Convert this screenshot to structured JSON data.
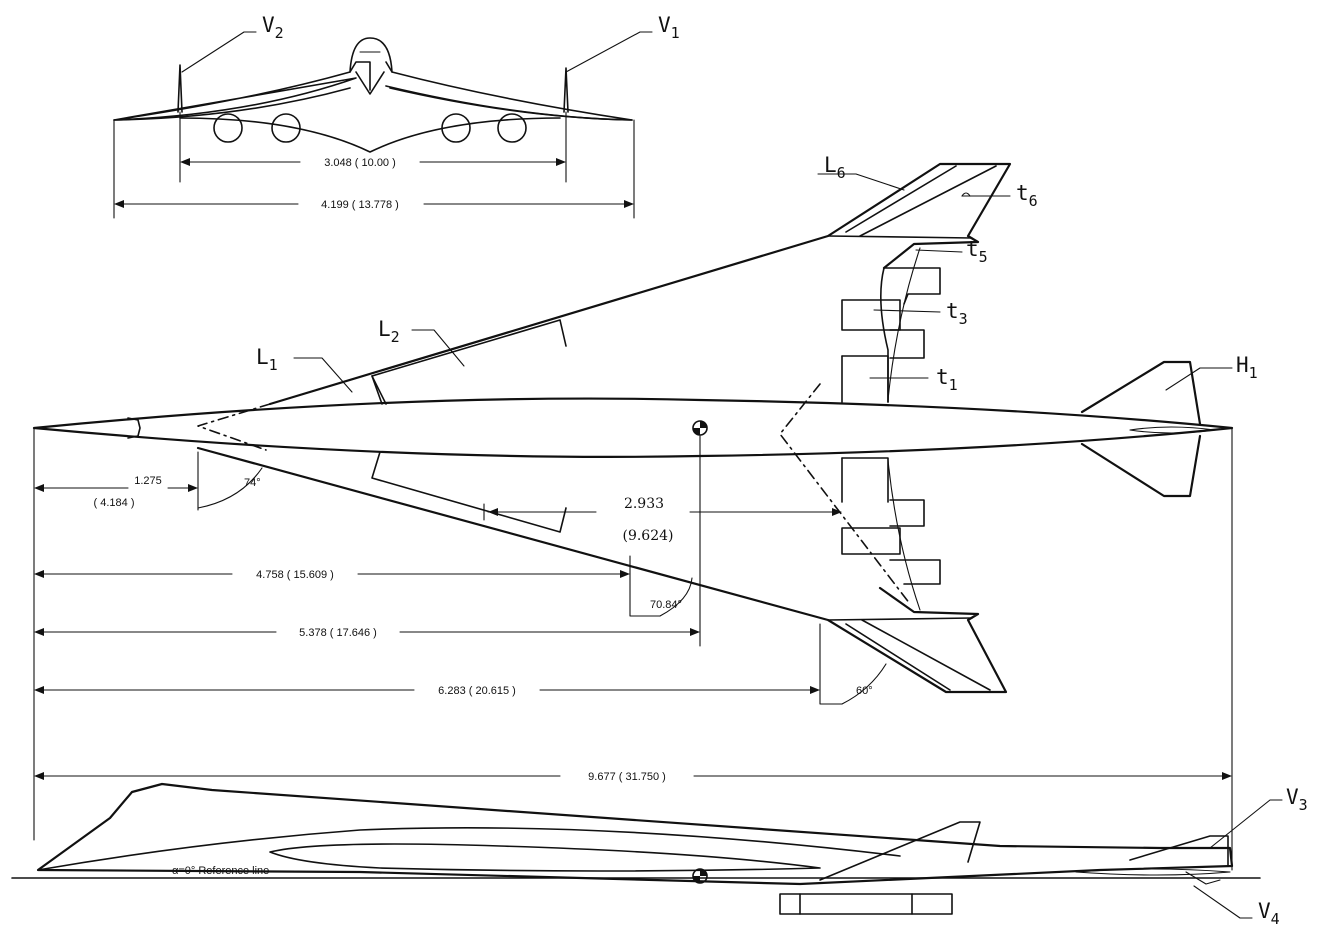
{
  "labels": {
    "V1": {
      "main": "V",
      "sub": "1"
    },
    "V2": {
      "main": "V",
      "sub": "2"
    },
    "V3": {
      "main": "V",
      "sub": "3"
    },
    "V4": {
      "main": "V",
      "sub": "4"
    },
    "L1": {
      "main": "L",
      "sub": "1"
    },
    "L2": {
      "main": "L",
      "sub": "2"
    },
    "L6": {
      "main": "L",
      "sub": "6"
    },
    "H1": {
      "main": "H",
      "sub": "1"
    },
    "t1": {
      "main": "t",
      "sub": "1"
    },
    "t3": {
      "main": "t",
      "sub": "3"
    },
    "t5": {
      "main": "t",
      "sub": "5"
    },
    "t6": {
      "main": "t",
      "sub": "6"
    }
  },
  "dimensions": {
    "span_v": "3.048 ( 10.00 )",
    "span_total": "4.199 ( 13.778 )",
    "nose_to_apex_m": "1.275",
    "nose_to_apex_ft": "( 4.184 )",
    "to_flap_m": "2.933",
    "to_flap_ft": "(9.624)",
    "to_break": "4.758 ( 15.609 )",
    "to_cg": "5.378 ( 17.646 )",
    "to_outer": "6.283 ( 20.615 )",
    "overall_length": "9.677 ( 31.750 )"
  },
  "angles": {
    "apex_sweep": "74°",
    "main_sweep": "70.84°",
    "outer_sweep": "60°"
  },
  "reference_line": "α=0°  Reference line"
}
